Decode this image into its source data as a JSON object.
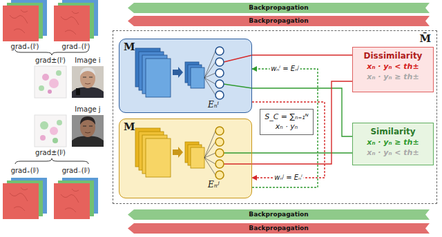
{
  "diagram": {
    "nodes": [
      {
        "text": [
          "Backpropagation"
        ]
      },
      {
        "text": [
          "Backpropagation"
        ]
      },
      {
        "text": [
          "M̄"
        ]
      },
      {
        "text": [
          "M",
          "Eₙⁱ"
        ],
        "in": 2
      },
      {
        "text": [
          "M",
          "Eₙʲ"
        ],
        "in": 2
      },
      {
        "text": [
          "S_C = ∑ₙ₌₁ᴺ xₙ · yₙ"
        ],
        "in": 2
      },
      {
        "text": [
          "Dissimilarity",
          "xₙ · yₙ < th±",
          "xₙ · yₙ ≥ th±"
        ],
        "in": 2
      },
      {
        "text": [
          "Similarity",
          "xₙ · yₙ ≥ th±",
          "xₙ · yₙ < th±"
        ],
        "in": 2
      },
      {
        "text": [
          "Backpropagation"
        ]
      },
      {
        "text": [
          "Backpropagation"
        ]
      }
    ],
    "edges": [
      {
        "from": 3,
        "to": 6,
        "arrow": "none"
      },
      {
        "from": 4,
        "to": 7,
        "arrow": "none"
      },
      {
        "from": 3,
        "to": 7,
        "arrow": "none"
      },
      {
        "from": 4,
        "to": 6,
        "arrow": "none"
      },
      {
        "from": 4,
        "to": 3,
        "arrow": "to",
        "label": "wₙⁱ = Eₙʲ"
      },
      {
        "from": 3,
        "to": 4,
        "arrow": "to",
        "label": "wₙʲ = Eₙⁱ"
      }
    ],
    "labels": [
      "grad₊(Iⁱ)",
      "grad₋(Iⁱ)",
      "grad±(Iⁱ)",
      "Image i",
      "Image j",
      "grad±(Iʲ)",
      "grad₊(Iʲ)",
      "grad₋(Iʲ)"
    ]
  }
}
